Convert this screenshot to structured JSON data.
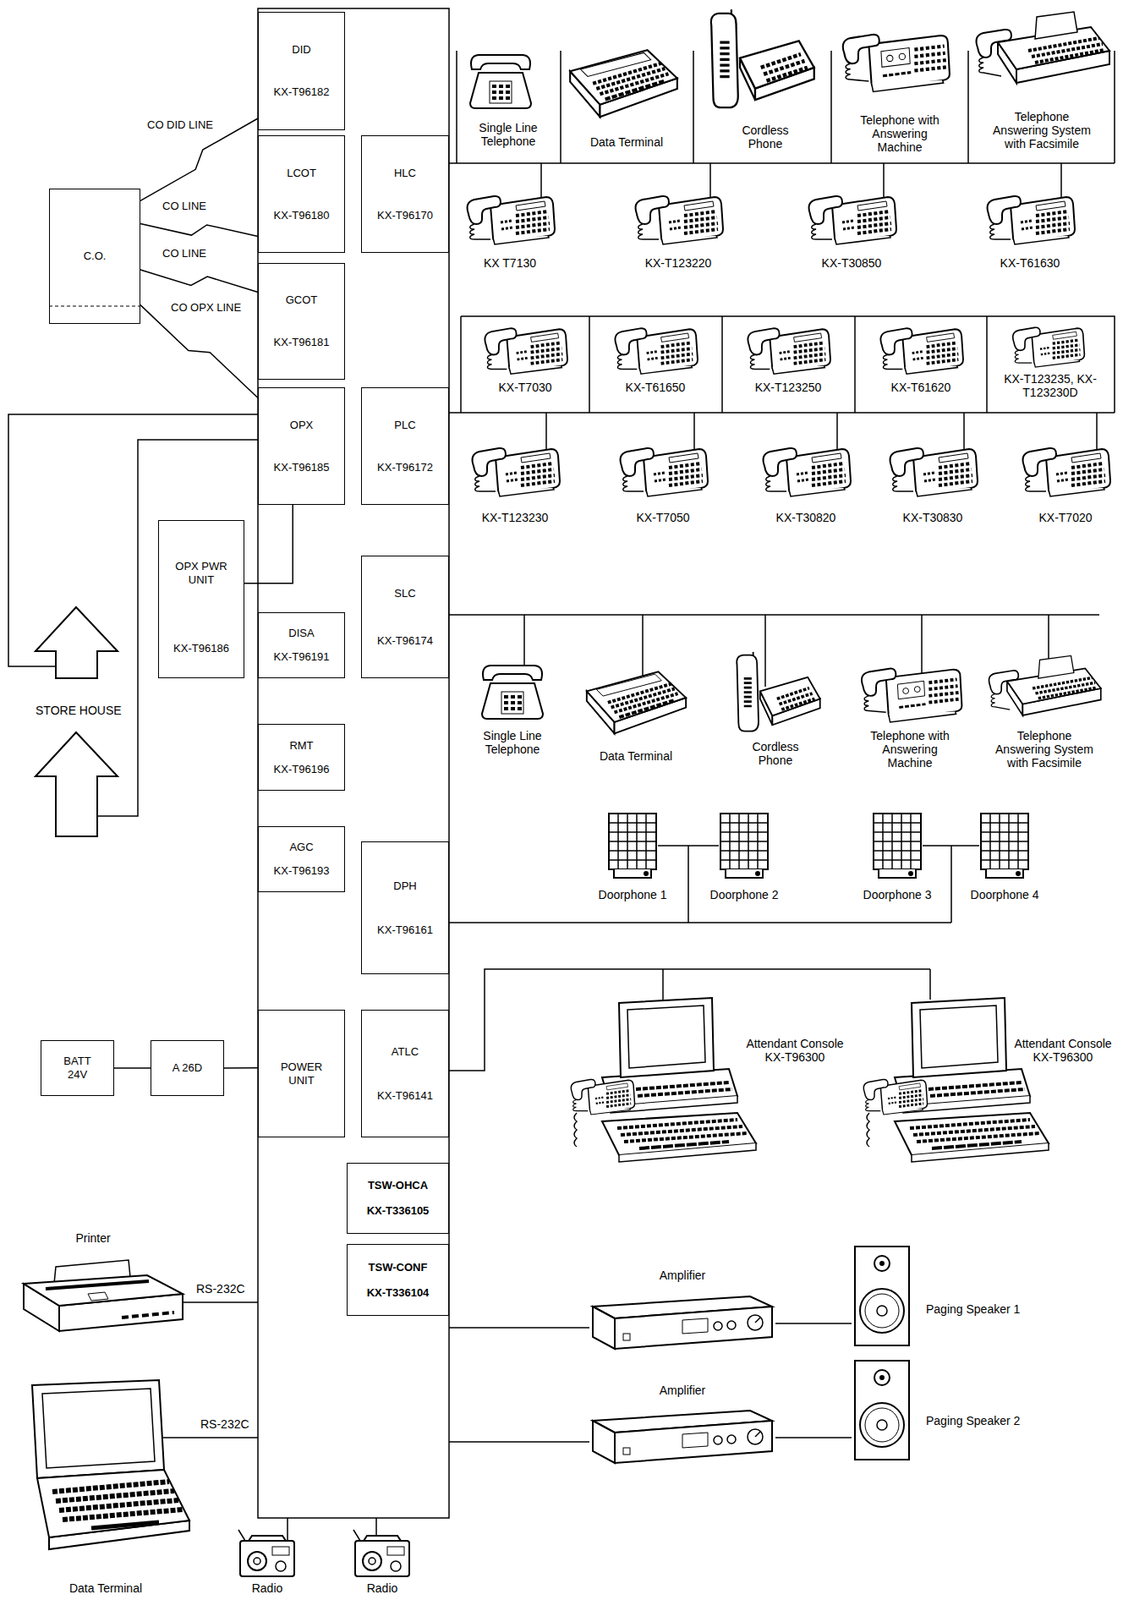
{
  "diagram": {
    "nodes": [
      {
        "text": [
          "DID",
          "KX-T96182"
        ]
      },
      {
        "text": [
          "LCOT",
          "KX-T96180"
        ]
      },
      {
        "text": [
          "HLC",
          "KX-T96170"
        ]
      },
      {
        "text": [
          "C.O."
        ]
      },
      {
        "text": [
          "GCOT",
          "KX-T96181"
        ]
      },
      {
        "text": [
          "OPX",
          "KX-T96185"
        ]
      },
      {
        "text": [
          "PLC",
          "KX-T96172"
        ]
      },
      {
        "text": [
          "OPX PWR UNIT",
          "KX-T96186"
        ]
      },
      {
        "text": [
          "SLC",
          "KX-T96174"
        ]
      },
      {
        "text": [
          "DISA",
          "KX-T96191"
        ]
      },
      {
        "text": [
          "RMT",
          "KX-T96196"
        ]
      },
      {
        "text": [
          "AGC",
          "KX-T96193"
        ]
      },
      {
        "text": [
          "DPH",
          "KX-T96161"
        ]
      },
      {
        "text": [
          "BATT 24V"
        ]
      },
      {
        "text": [
          "A 26D"
        ]
      },
      {
        "text": [
          "POWER UNIT"
        ]
      },
      {
        "text": [
          "ATLC",
          "KX-T96141"
        ]
      },
      {
        "text": [
          "TSW-OHCA",
          "KX-T336105"
        ]
      },
      {
        "text": [
          "TSW-CONF",
          "KX-T336104"
        ]
      }
    ],
    "edges": [
      {
        "from": 3,
        "to": 0,
        "label": "CO DID LINE",
        "arrow": "none"
      },
      {
        "from": 3,
        "to": 1,
        "label": "CO LINE",
        "arrow": "none"
      },
      {
        "from": 3,
        "to": 4,
        "label": "CO LINE",
        "arrow": "none"
      },
      {
        "from": 3,
        "to": 5,
        "label": "CO OPX LINE",
        "arrow": "none"
      },
      {
        "from": 7,
        "to": 5,
        "arrow": "none"
      },
      {
        "from": 13,
        "to": 14,
        "arrow": "none"
      },
      {
        "from": 14,
        "to": 15,
        "arrow": "none"
      }
    ],
    "labels": [
      "Single Line Telephone",
      "Data Terminal",
      "Cordless Phone",
      "Telephone with Answering Machine",
      "Telephone Answering System with Facsimile",
      "KX T7130",
      "KX-T123220",
      "KX-T30850",
      "KX-T61630",
      "KX-T7030",
      "KX-T61650",
      "KX-T123250",
      "KX-T61620",
      "KX-T123235, KX-T123230D",
      "KX-T123230",
      "KX-T7050",
      "KX-T30820",
      "KX-T30830",
      "KX-T7020",
      "Single Line Telephone",
      "Data Terminal",
      "Cordless Phone",
      "Telephone with Answering Machine",
      "Telephone Answering System with Facsimile",
      "Doorphone 1",
      "Doorphone 2",
      "Doorphone 3",
      "Doorphone 4",
      "Attendant Console KX-T96300",
      "Attendant Console KX-T96300",
      "Amplifier",
      "Paging Speaker 1",
      "Amplifier",
      "Paging Speaker 2",
      "Printer",
      "RS-232C",
      "RS-232C",
      "Data Terminal",
      "Radio",
      "Radio",
      "STORE HOUSE"
    ]
  }
}
